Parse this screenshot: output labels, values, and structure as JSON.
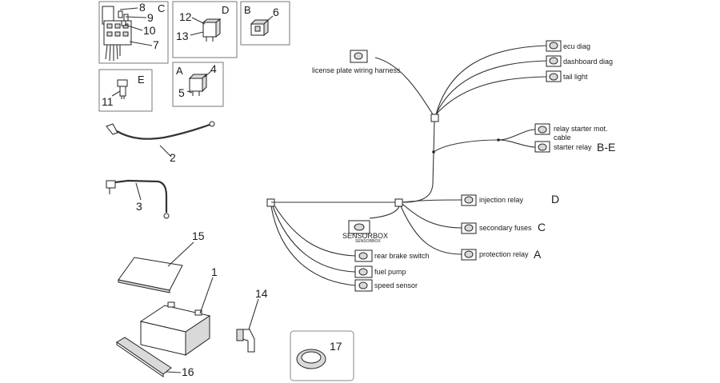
{
  "exploded_view": {
    "groups": {
      "c": "C",
      "d": "D",
      "b": "B",
      "e": "E",
      "a": "A"
    },
    "parts": {
      "p1": "1",
      "p2": "2",
      "p3": "3",
      "p4": "4",
      "p5": "5",
      "p6": "6",
      "p7": "7",
      "p8": "8",
      "p9": "9",
      "p10": "10",
      "p11": "11",
      "p12": "12",
      "p13": "13",
      "p14": "14",
      "p15": "15",
      "p16": "16",
      "p17": "17"
    }
  },
  "wiring": {
    "connectors": {
      "license_plate": "license plate wiring harness",
      "ecu_diag": "ecu diag",
      "dashboard_diag": "dashboard diag",
      "tail_light": "tail light",
      "relay_starter_l1": "relay starter mot.",
      "relay_starter_l2": "cable",
      "starter_relay": "starter relay",
      "injection_relay": "injection relay",
      "secondary_fuses": "secondary fuses",
      "protection_relay": "protection relay",
      "rear_brake_switch": "rear brake switch",
      "fuel_pump": "fuel pump",
      "speed_sensor": "speed sensor",
      "sensorbox": "SENSORBOX",
      "sensorbox_small": "SENSORBOX"
    },
    "group_refs": {
      "starter": "B-E",
      "injection": "D",
      "fuses": "C",
      "protection": "A"
    }
  }
}
